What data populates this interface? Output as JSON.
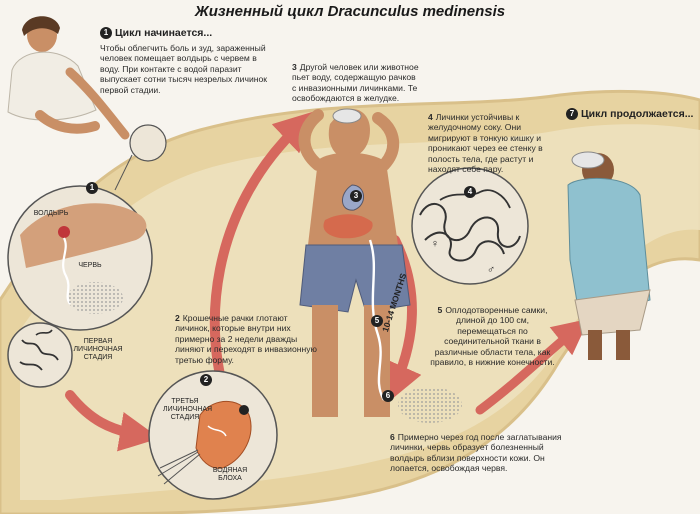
{
  "title": "Жизненный цикл Dracunculus medinensis",
  "steps": {
    "s1": {
      "badge": "1",
      "heading": "Цикл начинается...",
      "text": "Чтобы облегчить боль и зуд, зараженный человек помещает волдырь с червем в воду. При контакте с водой паразит выпускает сотни тысяч незрелых личинок первой стадии."
    },
    "s2": {
      "badge": "2",
      "text": "Крошечные рачки глотают личинок, которые внутри них примерно за 2 недели  дважды линяют и переходят в инвазионную третью форму."
    },
    "s3": {
      "badge": "3",
      "text": "Другой человек или животное пьет воду, содержащую рачков с инвазионными личинками. Те освобождаются в желудке."
    },
    "s4": {
      "badge": "4",
      "text": "Личинки устойчивы к желудочному соку. Они мигрируют в тонкую кишку и проникают через ее стенку в полость тела, где растут и находят себе пару."
    },
    "s5": {
      "badge": "5",
      "text": "Оплодотворенные самки, длиной до 100 см, перемещаться по соединительной ткани в различные области тела, как правило, в нижние конечности."
    },
    "s6": {
      "badge": "6",
      "text": "Примерно через год после заглатывания личинки, червь образует болезненный волдырь вблизи поверхности кожи. Он лопается, освобождая червя."
    },
    "s7": {
      "badge": "7",
      "heading": "Цикл продолжается..."
    }
  },
  "labels": {
    "blister": "ВОЛДЫРЬ",
    "worm": "ЧЕРВЬ",
    "first_stage": "ПЕРВАЯ ЛИЧИНОЧНАЯ СТАДИЯ",
    "third_stage": "ТРЕТЬЯ ЛИЧИНОЧНАЯ СТАДИЯ",
    "water_flea": "ВОДЯНАЯ БЛОХА",
    "months": "10-14 MONTHS",
    "female_symbol": "♀",
    "male_symbol": "♂"
  },
  "circle_badges": {
    "c1": "1",
    "c2": "2",
    "c3": "3",
    "c4": "4",
    "c5": "5",
    "c6": "6"
  },
  "colors": {
    "arrow": "#d6685e",
    "river": "#e7d3a1",
    "river_edge": "#d9c08a",
    "skin": "#c98f66",
    "shorts": "#6f7fa3"
  }
}
